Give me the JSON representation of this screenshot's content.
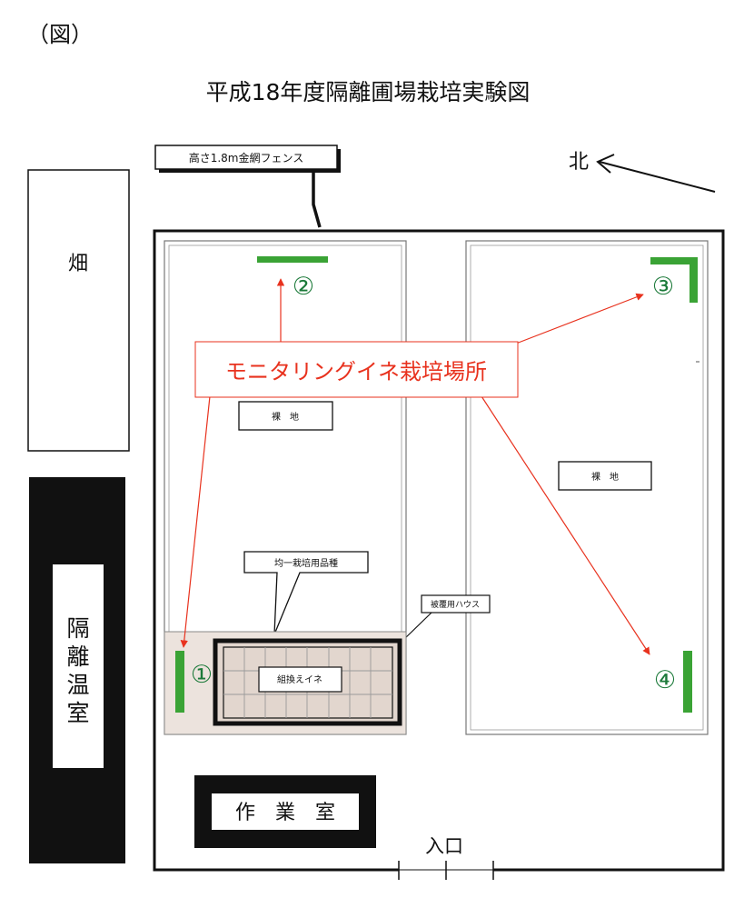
{
  "header": {
    "fig_label": "（図）",
    "title": "平成18年度隔離圃場栽培実験図"
  },
  "north": {
    "label": "北"
  },
  "fence": {
    "label": "高さ1.8m金網フェンス"
  },
  "left_areas": {
    "field": "畑",
    "greenhouse": [
      "隔",
      "離",
      "温",
      "室"
    ]
  },
  "plots": {
    "bare_left": "裸　地",
    "bare_right": "裸　地",
    "uniform_variety": "均一栽培用品種",
    "cover_house": "被覆用ハウス",
    "gm_rice": "組換えイネ"
  },
  "monitoring": {
    "label": "モニタリングイネ栽培場所",
    "sites": [
      "①",
      "②",
      "③",
      "④"
    ]
  },
  "workroom": {
    "label": "作　業　室"
  },
  "entrance": {
    "label": "入口"
  },
  "colors": {
    "monitor_red": "#e8321e",
    "plant_green": "#3aa335",
    "site_number": "#1c7a3a",
    "house_fill": "#e2d6ce"
  }
}
